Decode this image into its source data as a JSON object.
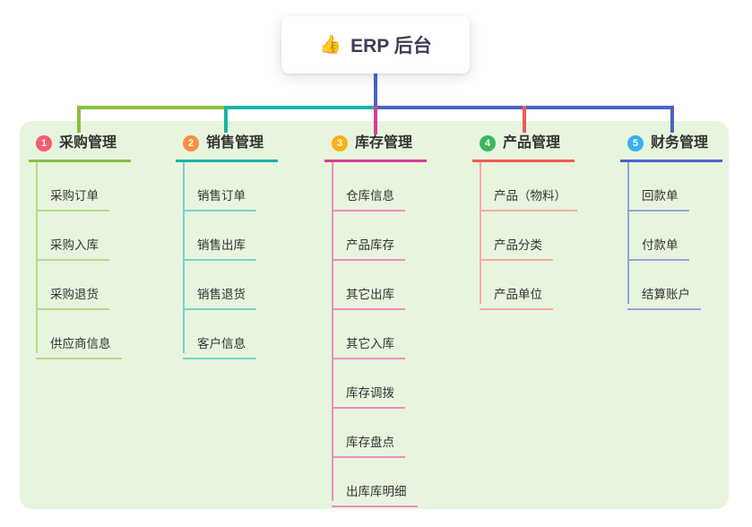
{
  "page": {
    "background": "#ffffff",
    "panel_color": "#e7f5de"
  },
  "root": {
    "icon": "👍",
    "title": "ERP 后台"
  },
  "branches": [
    {
      "number": "1",
      "label": "采购管理",
      "badge_color": "#f75d6e",
      "line_color": "#8abf40",
      "line_light_color": "#b5d98b",
      "children": [
        "采购订单",
        "采购入库",
        "采购退货",
        "供应商信息"
      ]
    },
    {
      "number": "2",
      "label": "销售管理",
      "badge_color": "#fb8c3f",
      "line_color": "#18b4a6",
      "line_light_color": "#79d2c9",
      "children": [
        "销售订单",
        "销售出库",
        "销售退货",
        "客户信息"
      ]
    },
    {
      "number": "3",
      "label": "库存管理",
      "badge_color": "#fcb115",
      "line_color": "#d63d98",
      "line_light_color": "#ef8ac4",
      "children": [
        "仓库信息",
        "产品库存",
        "其它出库",
        "其它入库",
        "库存调拨",
        "库存盘点",
        "出库库明细"
      ]
    },
    {
      "number": "4",
      "label": "产品管理",
      "badge_color": "#3cb85c",
      "line_color": "#f25a53",
      "line_light_color": "#f9a8a2",
      "children": [
        "产品（物料）",
        "产品分类",
        "产品单位"
      ]
    },
    {
      "number": "5",
      "label": "财务管理",
      "badge_color": "#38aff0",
      "line_color": "#4a63c8",
      "line_light_color": "#93a5d9",
      "children": [
        "回款单",
        "付款单",
        "结算账户"
      ]
    }
  ]
}
